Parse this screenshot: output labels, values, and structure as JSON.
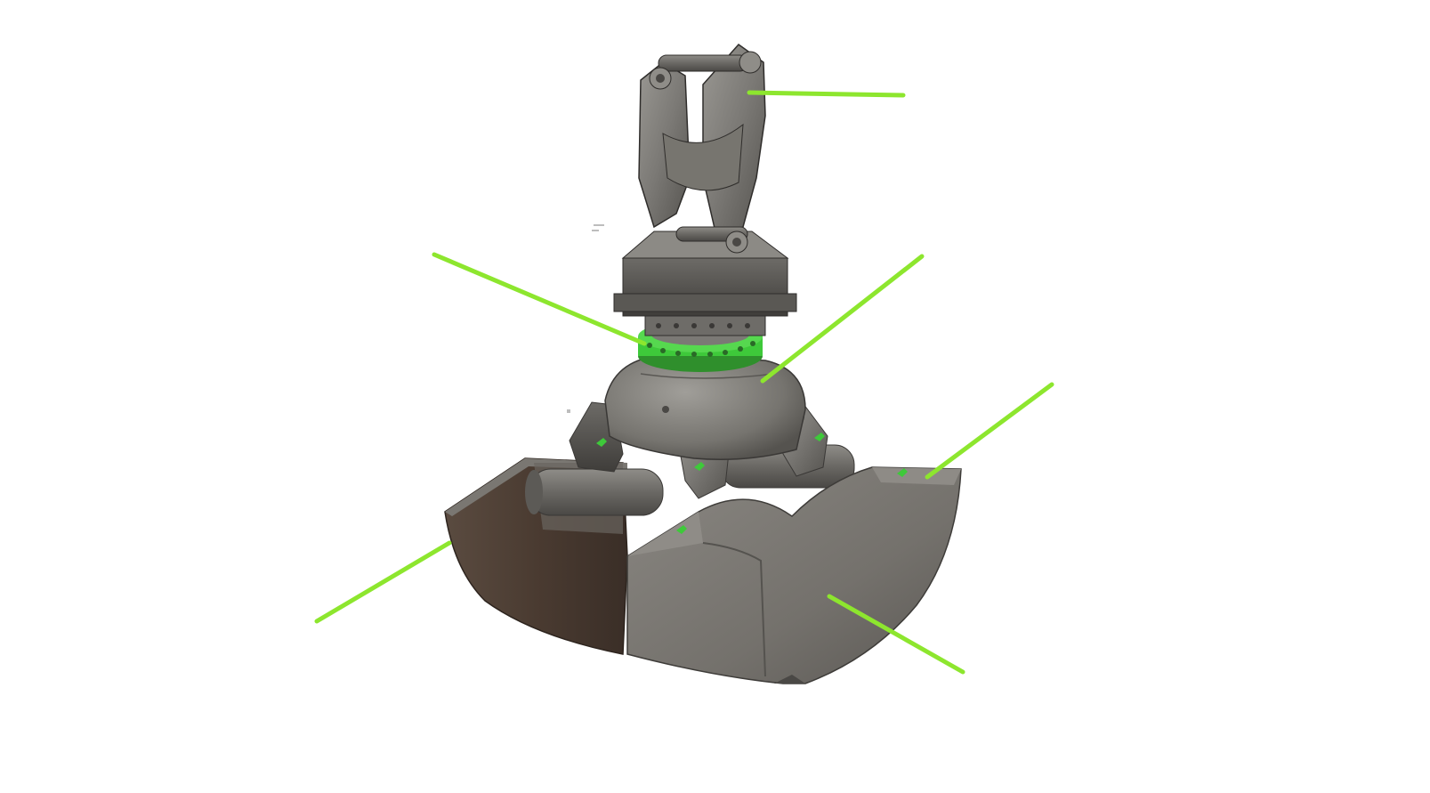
{
  "figure": {
    "subject": "clamshell-grab-bucket-with-rotator",
    "colors": {
      "background": "#ffffff",
      "leader_line": "#8de62e",
      "accent_green": "#3ec93a",
      "steel_light": "#8c8a85",
      "steel_mid": "#6f6d69",
      "steel_dark": "#4c4a47",
      "bucket_inner": "#4a3c33"
    }
  },
  "callouts": [
    {
      "id": "top-mount",
      "target": "quick-coupler-bracket"
    },
    {
      "id": "rotator-ring",
      "target": "rotator-flange"
    },
    {
      "id": "housing",
      "target": "swivel-housing"
    },
    {
      "id": "shell-edge-right",
      "target": "right-shell-edge"
    },
    {
      "id": "shell-left",
      "target": "left-shell"
    },
    {
      "id": "shell-right",
      "target": "right-shell"
    }
  ]
}
